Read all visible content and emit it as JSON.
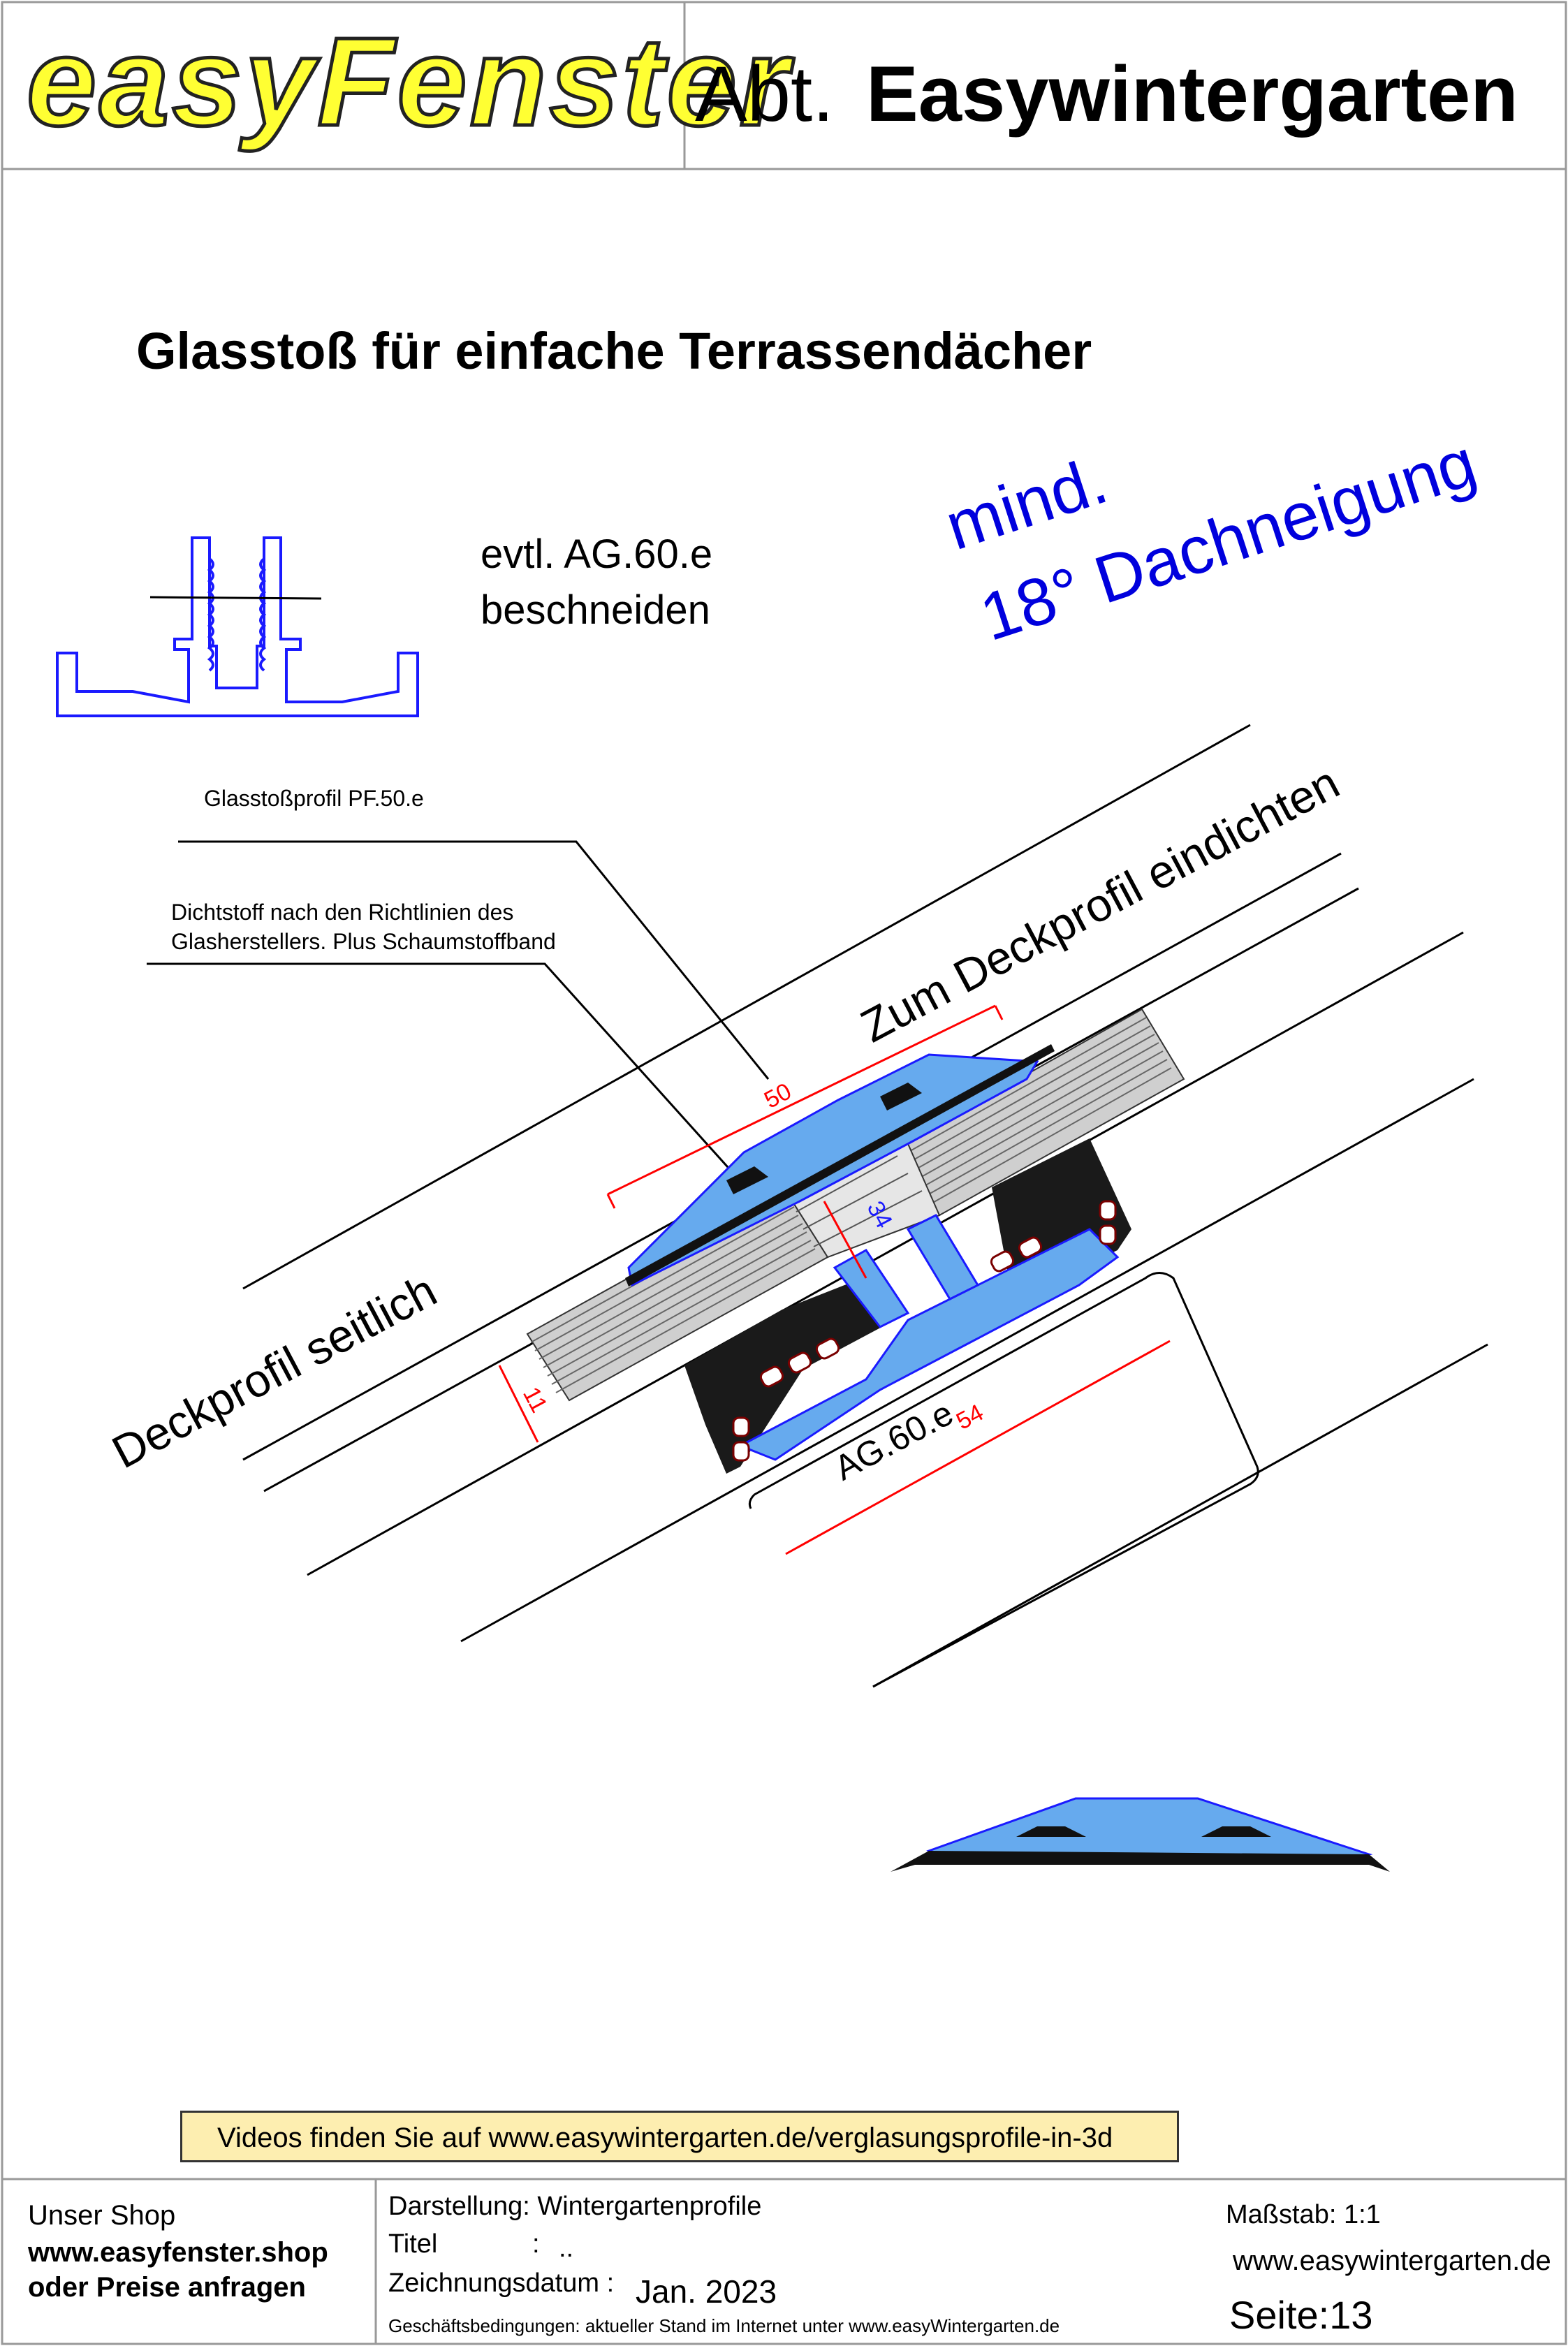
{
  "header": {
    "logo_text": "easyFenster",
    "dept_prefix": "Abt.",
    "dept_name": "Easywintergarten"
  },
  "drawing": {
    "title": "Glasstoß für einfache Terrassendächer",
    "note_trim_line1": "evtl. AG.60.e",
    "note_trim_line2": "beschneiden",
    "slope_line1": "mind.",
    "slope_line2": "18° Dachneigung",
    "label_profile": "Glasstoßprofil PF.50.e",
    "label_seal_line1": "Dichtstoff nach den Richtlinien des",
    "label_seal_line2": "Glasherstellers. Plus Schaumstoffband",
    "label_seal_top": "Zum Deckprofil eindichten",
    "label_side": "Deckprofil seitlich",
    "label_ag": "AG.60.e",
    "dim_50": "50",
    "dim_54": "54",
    "dim_34": "34",
    "dim_11": "11",
    "colors": {
      "profile_blue": "#66aaee",
      "outline_blue": "#1a1aff",
      "dim_red": "#ff0000",
      "slope_blue": "#0000dd"
    }
  },
  "banner": {
    "videos": "Videos finden Sie auf www.easywintergarten.de/verglasungsprofile-in-3d"
  },
  "footer": {
    "shop_label": "Unser Shop",
    "shop_url": "www.easyfenster.shop",
    "shop_request": "oder Preise anfragen",
    "darstellung": "Darstellung: Wintergartenprofile",
    "titel_label": "Titel",
    "titel_colon": ":",
    "titel_value": "..",
    "datum_label": "Zeichnungsdatum :",
    "datum_value": "Jan. 2023",
    "terms": "Geschäftsbedingungen: aktueller Stand im Internet  unter www.easyWintergarten.de",
    "scale": "Maßstab: 1:1",
    "site": "www.easywintergarten.de",
    "page": "Seite:13"
  }
}
